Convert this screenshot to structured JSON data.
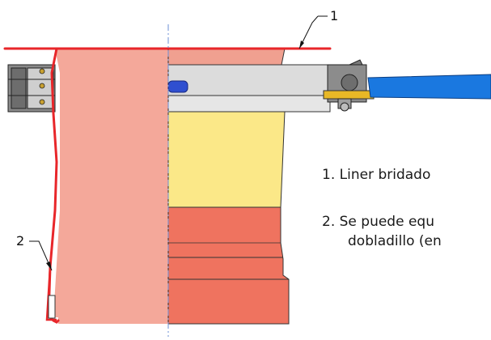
{
  "callouts": {
    "label_1": "1",
    "label_2": "2"
  },
  "legend": {
    "item_1": "1. Liner bridado",
    "item_2_line_1": "2. Se puede equ",
    "item_2_line_2": "dobladillo (en"
  },
  "colors": {
    "liner_red": "#e8262a",
    "left_half_pink": "#f4a89a",
    "yellow_core": "#fbe888",
    "orange_base": "#ef735f",
    "blue_handle": "#1a78e0",
    "gray_bar": "#dcdcdc",
    "centerline": "#6b8fd6"
  }
}
